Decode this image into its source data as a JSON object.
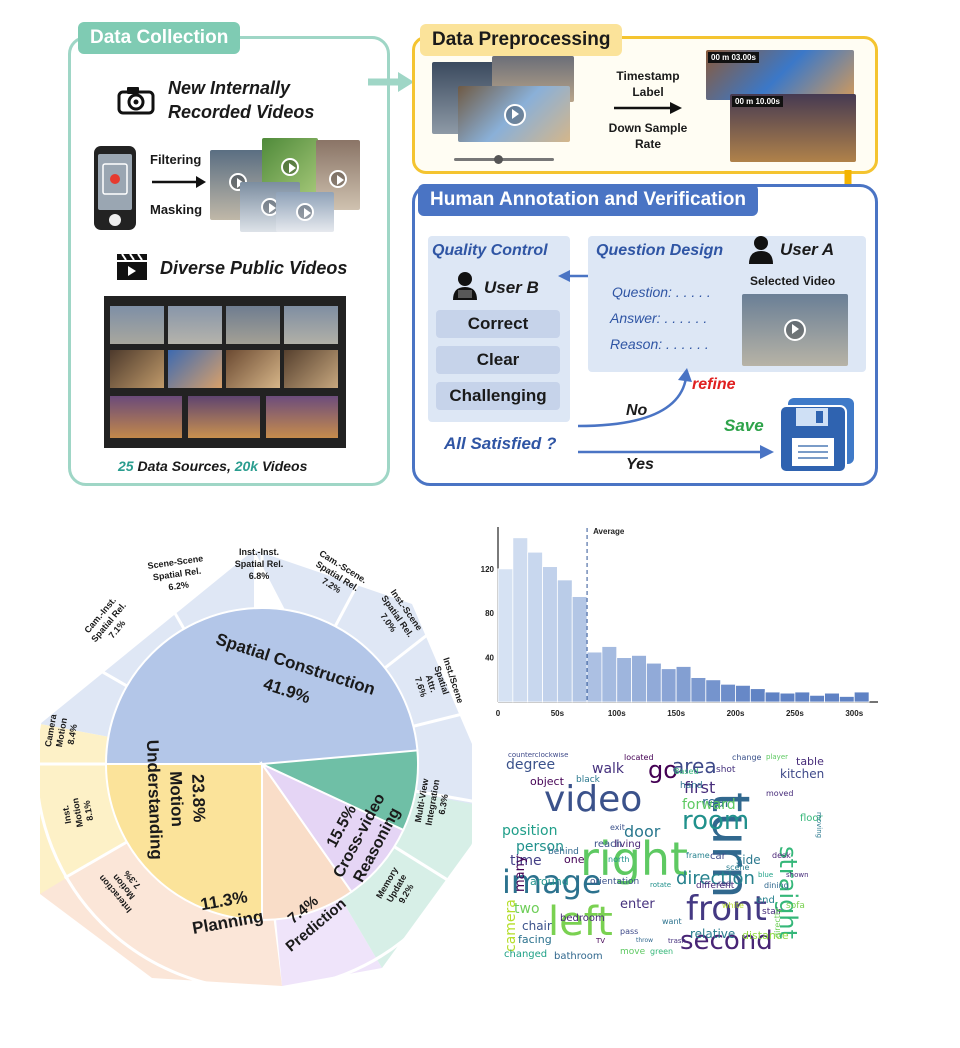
{
  "data_collection": {
    "title": "Data Collection",
    "new_videos": "New Internally Recorded Videos",
    "new_videos_line1": "New Internally",
    "new_videos_line2": "Recorded Videos",
    "filtering": "Filtering",
    "masking": "Masking",
    "public_videos": "Diverse Public Videos",
    "footer_num1": "25",
    "footer_text1": " Data Sources, ",
    "footer_num2": "20k",
    "footer_text2": " Videos",
    "accent": "#2a9d8f"
  },
  "data_preprocessing": {
    "title": "Data Preprocessing",
    "timestamp_label": "Timestamp Label",
    "timestamp_line1": "Timestamp",
    "timestamp_line2": "Label",
    "downsample_line1": "Down Sample",
    "downsample_line2": "Rate",
    "time_a": "00 m 03.00s",
    "time_b": "00 m 10.00s"
  },
  "annotation": {
    "title": "Human Annotation and Verification",
    "quality_control": "Quality Control",
    "question_design": "Question Design",
    "user_a": "User A",
    "user_b": "User B",
    "selected_video": "Selected Video",
    "question": "Question: . . . . .",
    "answer": "Answer: . . . . . .",
    "reason": "Reason: . . . . . .",
    "criteria": [
      "Correct",
      "Clear",
      "Challenging"
    ],
    "refine": "refine",
    "no": "No",
    "yes": "Yes",
    "save": "Save",
    "all_satisfied": "All Satisfied ?"
  },
  "sunburst": {
    "inner": [
      {
        "name": "Spatial Construction",
        "pct": "41.9%",
        "color": "#b3c6e8"
      },
      {
        "name": "Motion Understanding",
        "pct": "23.8%",
        "color": "#fbe39a"
      },
      {
        "name": "Planning",
        "pct": "11.3%",
        "color": "#f9ddc8"
      },
      {
        "name": "Prediction",
        "pct": "7.4%",
        "color": "#e5d5f5"
      },
      {
        "name": "Cross-video Reasoning",
        "pct": "15.5%",
        "color": "#6fbfa6"
      }
    ],
    "outer": [
      {
        "label": "Inst./Scene Spatial Attr.",
        "pct": "7.6%"
      },
      {
        "label": "Inst.-Scene Spatial Rel.",
        "pct": "7.0%"
      },
      {
        "label": "Cam.-Scene. Spatial Rel.",
        "pct": "7.2%"
      },
      {
        "label": "Inst.-Inst. Spatial Rel.",
        "pct": "6.8%"
      },
      {
        "label": "Scene-Scene Spatial Rel.",
        "pct": "6.2%"
      },
      {
        "label": "Cam.-Inst. Spatial Rel.",
        "pct": "7.1%"
      },
      {
        "label": "Camera Motion",
        "pct": "8.4%"
      },
      {
        "label": "Inst. Motion",
        "pct": "8.1%"
      },
      {
        "label": "Interaction Motion",
        "pct": "7.3%"
      },
      {
        "label": "Memory Update",
        "pct": "9.2%"
      },
      {
        "label": "Multi-View Integration",
        "pct": "6.3%"
      }
    ]
  },
  "chart_data": {
    "type": "bar",
    "x_ticks": [
      "0",
      "50s",
      "100s",
      "150s",
      "200s",
      "250s",
      "300s"
    ],
    "y_ticks": [
      "40",
      "80",
      "120"
    ],
    "annotation": "Average",
    "average_x": 75,
    "xlim": [
      0,
      320
    ],
    "ylim": [
      0,
      155
    ],
    "bin_width": 12.5,
    "bin_starts": [
      0,
      12.5,
      25,
      37.5,
      50,
      62.5,
      75,
      87.5,
      100,
      112.5,
      125,
      137.5,
      150,
      162.5,
      175,
      187.5,
      200,
      212.5,
      225,
      237.5,
      250,
      262.5,
      275,
      287.5,
      300
    ],
    "values": [
      120,
      148,
      135,
      122,
      110,
      95,
      45,
      50,
      40,
      42,
      35,
      30,
      32,
      22,
      20,
      16,
      15,
      12,
      9,
      8,
      9,
      6,
      8,
      5,
      9
    ]
  },
  "wordcloud": {
    "words": [
      {
        "t": "video",
        "s": 36,
        "c": "#3b528b"
      },
      {
        "t": "right",
        "s": 46,
        "c": "#5ec962"
      },
      {
        "t": "turn",
        "s": 52,
        "c": "#31688e"
      },
      {
        "t": "left",
        "s": 40,
        "c": "#7ad151"
      },
      {
        "t": "front",
        "s": 34,
        "c": "#443983"
      },
      {
        "t": "second",
        "s": 26,
        "c": "#482475"
      },
      {
        "t": "straight",
        "s": 24,
        "c": "#35b779"
      },
      {
        "t": "image",
        "s": 32,
        "c": "#2c728e"
      },
      {
        "t": "room",
        "s": 26,
        "c": "#21918c"
      },
      {
        "t": "go",
        "s": 24,
        "c": "#440154"
      },
      {
        "t": "area",
        "s": 20,
        "c": "#3e4989"
      },
      {
        "t": "direction",
        "s": 18,
        "c": "#26828e"
      },
      {
        "t": "position",
        "s": 14,
        "c": "#1f9e89"
      },
      {
        "t": "door",
        "s": 16,
        "c": "#2a788e"
      },
      {
        "t": "walk",
        "s": 14,
        "c": "#46327e"
      },
      {
        "t": "degree",
        "s": 14,
        "c": "#3b528b"
      },
      {
        "t": "first",
        "s": 16,
        "c": "#472d7b"
      },
      {
        "t": "rear",
        "s": 14,
        "c": "#31688e"
      },
      {
        "t": "forward",
        "s": 14,
        "c": "#5ec962"
      },
      {
        "t": "person",
        "s": 14,
        "c": "#21918c"
      },
      {
        "t": "time",
        "s": 14,
        "c": "#433e85"
      },
      {
        "t": "two",
        "s": 14,
        "c": "#6ece58"
      },
      {
        "t": "camera",
        "s": 14,
        "c": "#b5de2b"
      },
      {
        "t": "many",
        "s": 13,
        "c": "#440154"
      },
      {
        "t": "enter",
        "s": 13,
        "c": "#46327e"
      },
      {
        "t": "relative",
        "s": 12,
        "c": "#287c8e"
      },
      {
        "t": "chair",
        "s": 12,
        "c": "#3b528b"
      },
      {
        "t": "facing",
        "s": 11,
        "c": "#2c728e"
      },
      {
        "t": "changed",
        "s": 10,
        "c": "#1fa187"
      },
      {
        "t": "bathroom",
        "s": 10,
        "c": "#31688e"
      },
      {
        "t": "bedroom",
        "s": 10,
        "c": "#482878"
      },
      {
        "t": "kitchen",
        "s": 12,
        "c": "#3e4989"
      },
      {
        "t": "table",
        "s": 11,
        "c": "#472c7a"
      },
      {
        "t": "floor",
        "s": 10,
        "c": "#35b779"
      },
      {
        "t": "distance",
        "s": 11,
        "c": "#90d743"
      },
      {
        "t": "side",
        "s": 12,
        "c": "#2a788e"
      },
      {
        "t": "object",
        "s": 11,
        "c": "#440154"
      },
      {
        "t": "around",
        "s": 11,
        "c": "#21918c"
      },
      {
        "t": "living",
        "s": 10,
        "c": "#482475"
      },
      {
        "t": "reach",
        "s": 10,
        "c": "#3b528b"
      },
      {
        "t": "end",
        "s": 10,
        "c": "#26828e"
      },
      {
        "t": "shot",
        "s": 9,
        "c": "#46327e"
      },
      {
        "t": "hand",
        "s": 9,
        "c": "#2c728e"
      },
      {
        "t": "one",
        "s": 11,
        "c": "#440154"
      },
      {
        "t": "car",
        "s": 10,
        "c": "#3e4989"
      },
      {
        "t": "stair",
        "s": 9,
        "c": "#472d7b"
      },
      {
        "t": "sofa",
        "s": 9,
        "c": "#7ad151"
      },
      {
        "t": "behind",
        "s": 9,
        "c": "#31688e"
      },
      {
        "t": "orientation",
        "s": 9,
        "c": "#3b528b"
      },
      {
        "t": "different",
        "s": 9,
        "c": "#482878"
      },
      {
        "t": "move",
        "s": 9,
        "c": "#5ec962"
      },
      {
        "t": "green",
        "s": 8,
        "c": "#35b779"
      },
      {
        "t": "black",
        "s": 9,
        "c": "#2a788e"
      },
      {
        "t": "located",
        "s": 8,
        "c": "#440154"
      },
      {
        "t": "change",
        "s": 8,
        "c": "#3b528b"
      },
      {
        "t": "dining",
        "s": 8,
        "c": "#31688e"
      },
      {
        "t": "desk",
        "s": 8,
        "c": "#482475"
      },
      {
        "t": "white",
        "s": 8,
        "c": "#b5de2b"
      },
      {
        "t": "red",
        "s": 8,
        "c": "#443983"
      },
      {
        "t": "north",
        "s": 8,
        "c": "#21918c"
      },
      {
        "t": "pass",
        "s": 8,
        "c": "#3e4989"
      },
      {
        "t": "want",
        "s": 8,
        "c": "#2c728e"
      },
      {
        "t": "directly",
        "s": 8,
        "c": "#6ece58"
      },
      {
        "t": "moved",
        "s": 8,
        "c": "#472c7a"
      },
      {
        "t": "Based",
        "s": 8,
        "c": "#35b779"
      },
      {
        "t": "frame",
        "s": 8,
        "c": "#26828e"
      },
      {
        "t": "exit",
        "s": 8,
        "c": "#3b528b"
      },
      {
        "t": "scene",
        "s": 8,
        "c": "#287c8e"
      },
      {
        "t": "shown",
        "s": 7,
        "c": "#472d7b"
      },
      {
        "t": "blue",
        "s": 7,
        "c": "#1fa187"
      },
      {
        "t": "TV",
        "s": 7,
        "c": "#440154"
      },
      {
        "t": "trash",
        "s": 7,
        "c": "#46327e"
      },
      {
        "t": "player",
        "s": 7,
        "c": "#5ec962"
      },
      {
        "t": "moving",
        "s": 7,
        "c": "#2a788e"
      },
      {
        "t": "counterclockwise",
        "s": 7,
        "c": "#3e4989"
      },
      {
        "t": "throw",
        "s": 6,
        "c": "#31688e"
      },
      {
        "t": "rotate",
        "s": 7,
        "c": "#21918c"
      }
    ]
  }
}
